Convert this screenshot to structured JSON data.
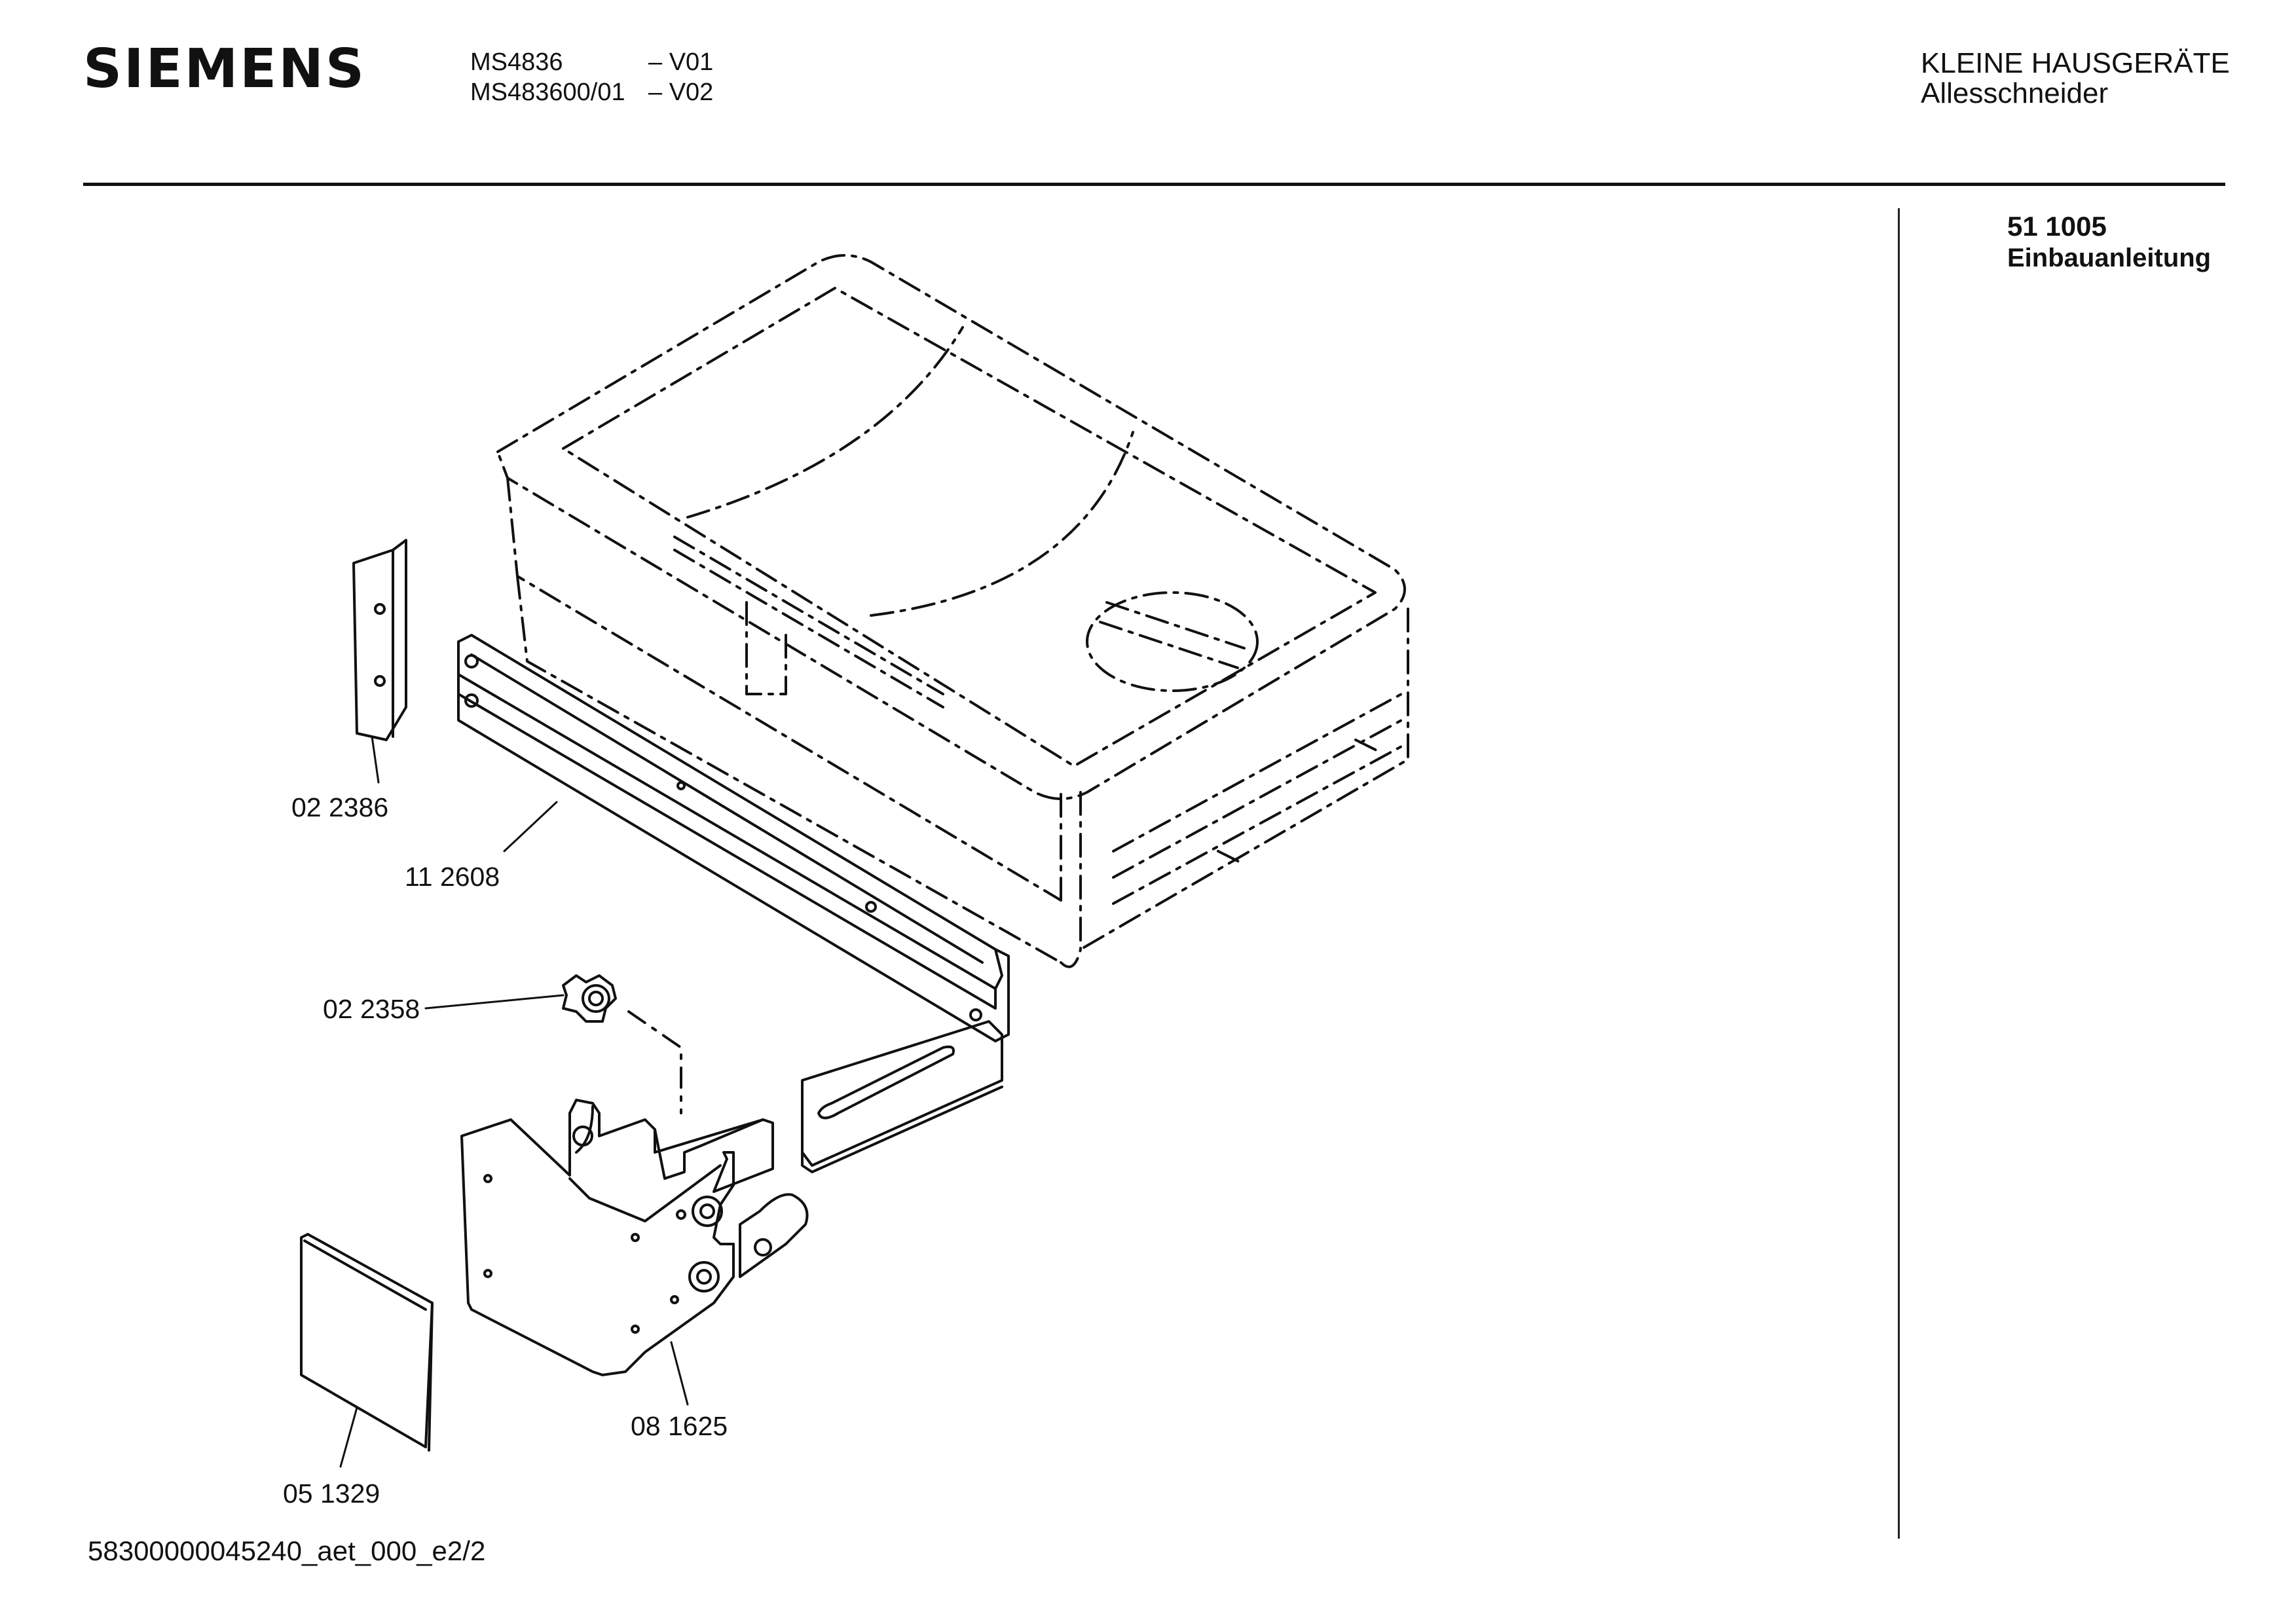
{
  "header": {
    "brand": "SIEMENS",
    "models": [
      {
        "model": "MS4836",
        "version": "– V01"
      },
      {
        "model": "MS483600/01",
        "version": "– V02"
      }
    ],
    "category": "KLEINE HAUSGERÄTE",
    "product": "Allesschneider"
  },
  "sheet": {
    "number": "51 1005",
    "title": "Einbauanleitung"
  },
  "parts": [
    {
      "id": "02 2386"
    },
    {
      "id": "11 2608"
    },
    {
      "id": "02 2358"
    },
    {
      "id": "08 1625"
    },
    {
      "id": "05 1329"
    }
  ],
  "footer": {
    "document_id": "58300000045240_aet_000_e2/2"
  }
}
